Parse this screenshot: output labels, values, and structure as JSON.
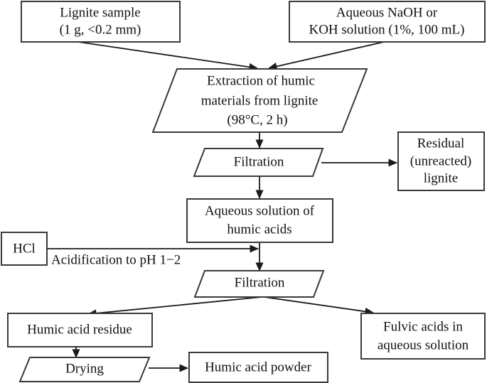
{
  "diagram": {
    "title": "Scheme of extraction of humic substances from lignite",
    "type": "process-flowchart",
    "stroke_color": "#3a3a3a",
    "connector_color": "#1a1a1a",
    "text_color": "#111111",
    "background_color": "#ffffff",
    "nodes": [
      {
        "id": "lignite-sample",
        "shape": "rectangle",
        "lines": [
          "Lignite sample",
          "(1 g, <0.2 mm)"
        ]
      },
      {
        "id": "alkali-solution",
        "shape": "rectangle",
        "lines": [
          "Aqueous NaOH or",
          "KOH solution (1%, 100 mL)"
        ]
      },
      {
        "id": "extraction",
        "shape": "parallelogram",
        "lines": [
          "Extraction of humic",
          "materials from lignite",
          "(98°C, 2 h)"
        ]
      },
      {
        "id": "filtration-1",
        "shape": "parallelogram",
        "lines": [
          "Filtration"
        ]
      },
      {
        "id": "residual-lignite",
        "shape": "rectangle",
        "lines": [
          "Residual",
          "(unreacted)",
          "lignite"
        ]
      },
      {
        "id": "aqueous-humic-acids",
        "shape": "rectangle",
        "lines": [
          "Aqueous solution of",
          "humic acids"
        ]
      },
      {
        "id": "hcl",
        "shape": "rectangle",
        "lines": [
          "HCl"
        ]
      },
      {
        "id": "filtration-2",
        "shape": "parallelogram",
        "lines": [
          "Filtration"
        ]
      },
      {
        "id": "humic-acid-residue",
        "shape": "rectangle",
        "lines": [
          "Humic acid residue"
        ]
      },
      {
        "id": "fulvic-acids",
        "shape": "rectangle",
        "lines": [
          "Fulvic acids in",
          "aqueous solution"
        ]
      },
      {
        "id": "drying",
        "shape": "parallelogram",
        "lines": [
          "Drying"
        ]
      },
      {
        "id": "humic-acid-powder",
        "shape": "rectangle",
        "lines": [
          "Humic acid powder"
        ]
      }
    ],
    "edge_labels": [
      {
        "id": "acidification",
        "text": "Acidification to pH 1−2"
      }
    ],
    "edges": [
      {
        "from": "lignite-sample",
        "to": "extraction"
      },
      {
        "from": "alkali-solution",
        "to": "extraction"
      },
      {
        "from": "extraction",
        "to": "filtration-1"
      },
      {
        "from": "filtration-1",
        "to": "residual-lignite"
      },
      {
        "from": "filtration-1",
        "to": "aqueous-humic-acids"
      },
      {
        "from": "hcl",
        "to": "aqueous-humic-acids",
        "label": "acidification"
      },
      {
        "from": "aqueous-humic-acids",
        "to": "filtration-2"
      },
      {
        "from": "filtration-2",
        "to": "humic-acid-residue"
      },
      {
        "from": "filtration-2",
        "to": "fulvic-acids"
      },
      {
        "from": "humic-acid-residue",
        "to": "drying"
      },
      {
        "from": "drying",
        "to": "humic-acid-powder"
      }
    ]
  },
  "labels": {
    "lignite_sample_l1": "Lignite sample",
    "lignite_sample_l2": "(1 g, <0.2 mm)",
    "alkali_l1": "Aqueous NaOH or",
    "alkali_l2": "KOH solution (1%, 100 mL)",
    "extraction_l1": "Extraction of humic",
    "extraction_l2": "materials from lignite",
    "extraction_l3": "(98°C, 2 h)",
    "filtration_1": "Filtration",
    "residual_l1": "Residual",
    "residual_l2": "(unreacted)",
    "residual_l3": "lignite",
    "aqueous_l1": "Aqueous solution of",
    "aqueous_l2": "humic acids",
    "hcl": "HCl",
    "acidification": "Acidification to pH 1−2",
    "filtration_2": "Filtration",
    "humic_residue": "Humic acid residue",
    "fulvic_l1": "Fulvic acids in",
    "fulvic_l2": "aqueous solution",
    "drying": "Drying",
    "humic_powder": "Humic acid powder"
  }
}
